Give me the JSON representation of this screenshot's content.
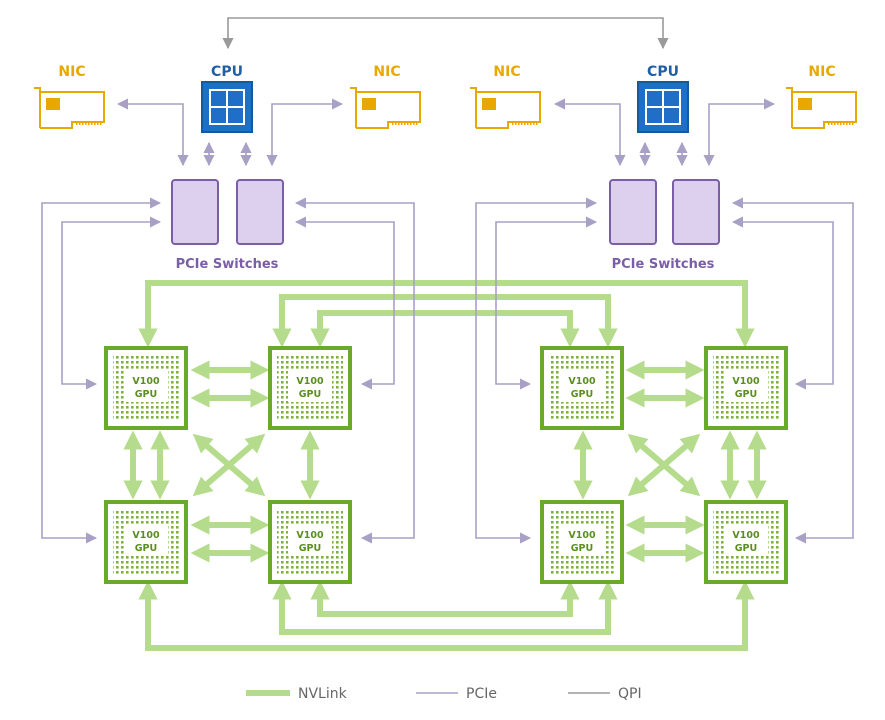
{
  "labels": {
    "nic": "NIC",
    "cpu": "CPU",
    "pcie_switches": "PCIe Switches",
    "gpu_line1": "V100",
    "gpu_line2": "GPU"
  },
  "legend": {
    "nvlink": "NVLink",
    "pcie": "PCIe",
    "qpi": "QPI"
  },
  "colors": {
    "nvlink": "#b5dc8c",
    "gpu_border": "#6aaa2a",
    "pcie": "#a9a0c6",
    "switch_fill": "#dcd0ee",
    "cpu_fill": "#1f6fc8",
    "nic": "#e8a800",
    "qpi": "#9a9a9a"
  },
  "icons": [
    "cpu-icon",
    "nic-card-icon",
    "pcie-switch-icon",
    "gpu-chip-icon"
  ]
}
